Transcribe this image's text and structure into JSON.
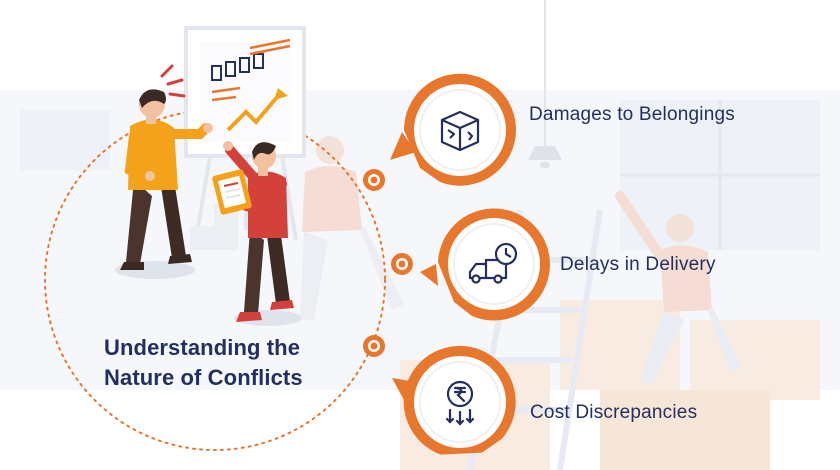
{
  "title": {
    "line1": "Understanding the",
    "line2": "Nature of Conflicts"
  },
  "items": [
    {
      "label": "Damages to Belongings",
      "icon": "damaged-box-icon"
    },
    {
      "label": "Delays in Delivery",
      "icon": "delivery-truck-clock-icon"
    },
    {
      "label": "Cost Discrepancies",
      "icon": "rupee-cost-down-icon"
    }
  ],
  "colors": {
    "accent": "#e8772e",
    "navy": "#23305e",
    "yellow_shirt": "#f4a21a",
    "red_shirt": "#d4403a",
    "background_faded": "#f1f3f8"
  }
}
